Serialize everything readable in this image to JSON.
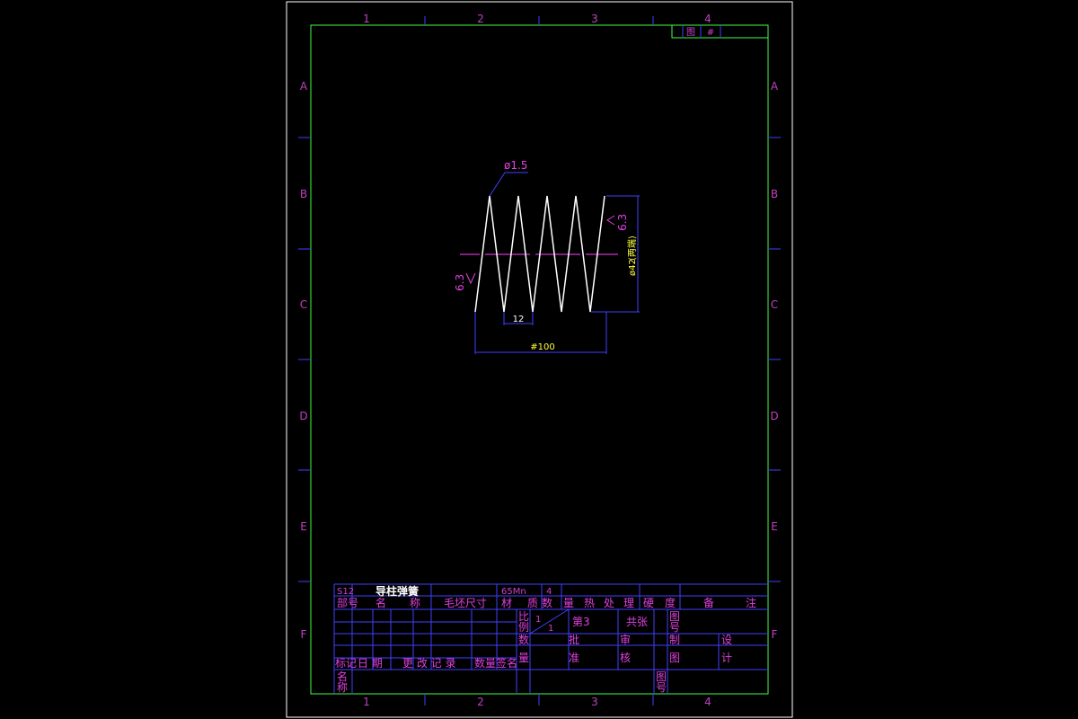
{
  "zones": {
    "columns": [
      "1",
      "2",
      "3",
      "4"
    ],
    "rows": [
      "A",
      "B",
      "C",
      "D",
      "E",
      "F"
    ]
  },
  "corner_box": {
    "label1": "图",
    "label2": "#"
  },
  "dimensions": {
    "wire_dia": "ø1.5",
    "rough_right": "6.3",
    "rough_left": "6.3",
    "pitch": "12",
    "free_length": "#100",
    "outer_dia": "ø42",
    "outer_dia_note": "(两端)"
  },
  "title_block": {
    "part_number": "S12",
    "part_name": "导柱弹簧",
    "material": "65Mn",
    "quantity": "4",
    "header": {
      "part_no": "部号",
      "name_1": "名",
      "name_2": "称",
      "blank_size": "毛坯尺寸",
      "material_1": "材",
      "material_2": "质",
      "qty_1": "数",
      "qty_2": "量",
      "heat_1": "热",
      "heat_2": "处",
      "heat_3": "理",
      "hard_1": "硬",
      "hard_2": "度",
      "remark_1": "备",
      "remark_2": "注"
    },
    "scale_label_1": "比",
    "scale_label_2": "例",
    "scale_num": "1",
    "scale_den": "1",
    "sheet": "第3",
    "sheets": "共张",
    "drawing_no_1": "图",
    "drawing_no_2": "号",
    "qty_label_1": "数",
    "qty_label_2": "量",
    "approve_1": "批",
    "approve_2": "准",
    "review_1": "审",
    "review_2": "核",
    "drafter_1": "制",
    "drafter_2": "图",
    "design_1": "设",
    "design_2": "计",
    "rev_marks": "标记",
    "rev_date": "日 期",
    "rev_record": "更 改 记 录",
    "rev_count": "数量",
    "rev_sign": "签名",
    "name_label_1": "名",
    "name_label_2": "称",
    "figno_label_1": "图",
    "figno_label_2": "号"
  }
}
